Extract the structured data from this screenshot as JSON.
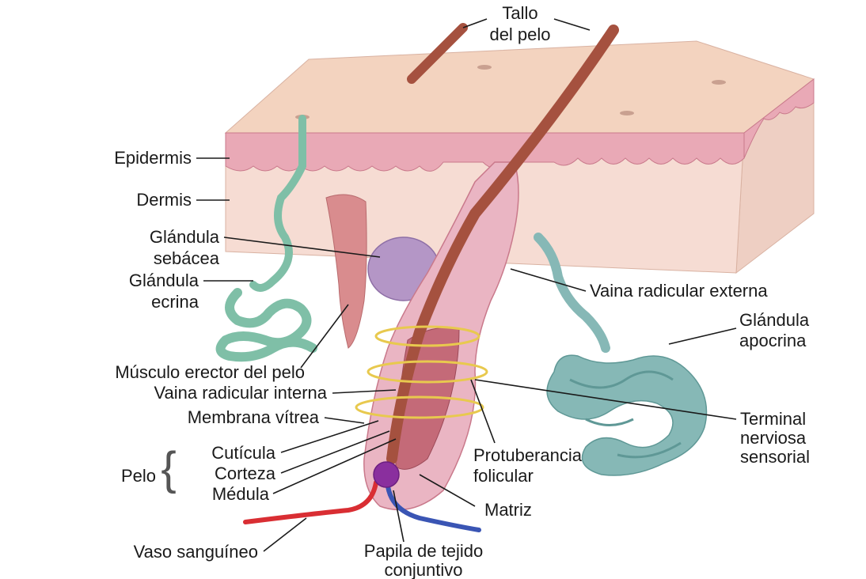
{
  "labels": {
    "tallo_l1": "Tallo",
    "tallo_l2": "del pelo",
    "epidermis": "Epidermis",
    "dermis": "Dermis",
    "sebacea_l1": "Glándula",
    "sebacea_l2": "sebácea",
    "ecrina_l1": "Glándula",
    "ecrina_l2": "ecrina",
    "musculo": "Músculo erector del pelo",
    "vaina_interna": "Vaina radicular interna",
    "membrana": "Membrana vítrea",
    "pelo": "Pelo",
    "cuticula": "Cutícula",
    "corteza": "Corteza",
    "medula": "Médula",
    "vaso": "Vaso sanguíneo",
    "papila_l1": "Papila de tejido",
    "papila_l2": "conjuntivo",
    "matriz": "Matriz",
    "protuberancia_l1": "Protuberancia",
    "protuberancia_l2": "folicular",
    "terminal_l1": "Terminal",
    "terminal_l2": "nerviosa",
    "terminal_l3": "sensorial",
    "apocrina_l1": "Glándula",
    "apocrina_l2": "apocrina",
    "vaina_externa": "Vaina radicular externa"
  },
  "colors": {
    "skin_top": "#f3d3bf",
    "epidermis": "#e9a9b6",
    "dermis": "#f6dcd3",
    "dermis_side": "#eecfc3",
    "hair_shaft": "#a5513f",
    "follicle": "#eab5c3",
    "sebaceous": "#b496c6",
    "eccrine": "#7fbfa7",
    "apocrine": "#86b8b6",
    "muscle": "#d98c8e",
    "nerve": "#e8c94e",
    "artery": "#d92e33",
    "vein": "#3a55b4",
    "papilla": "#8a2f9e"
  }
}
